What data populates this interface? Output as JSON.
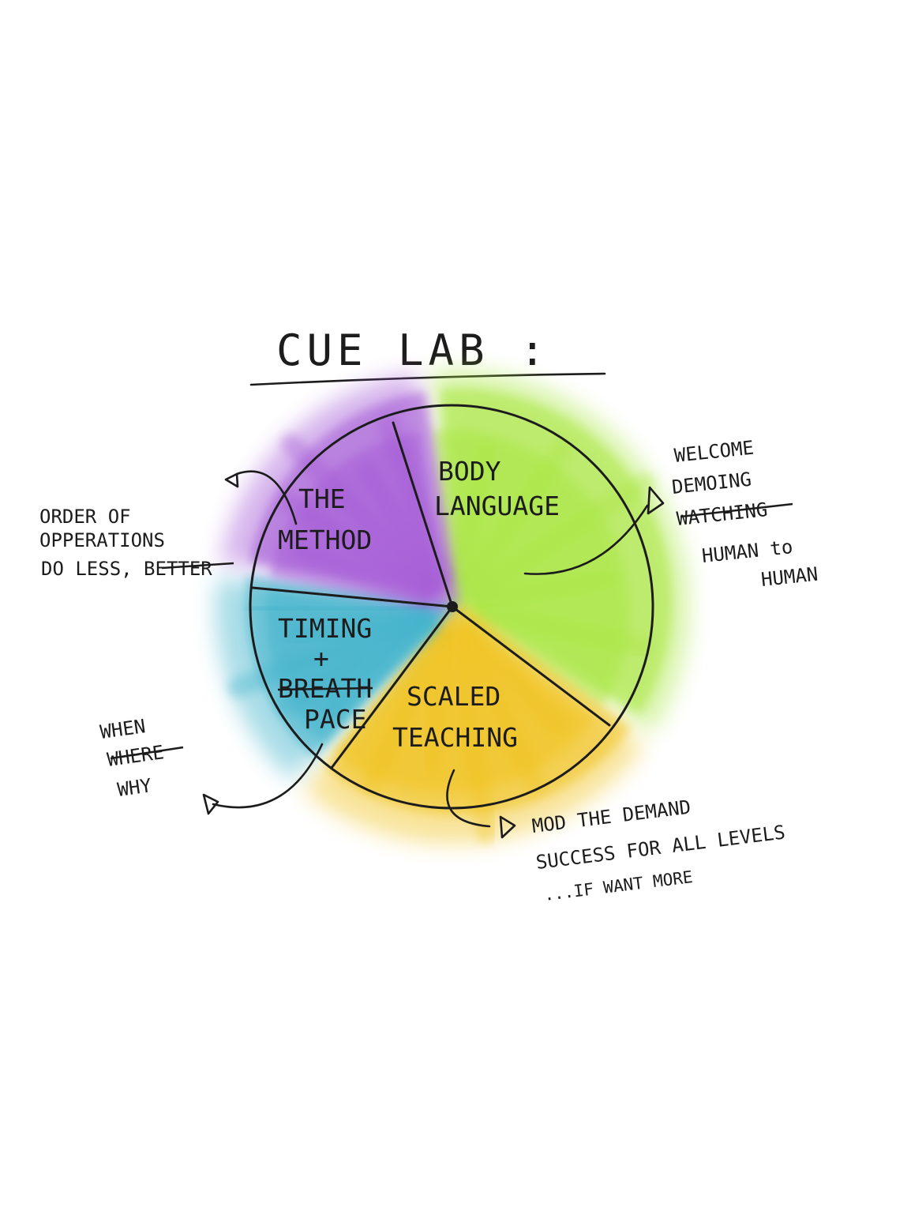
{
  "title": "CUE LAB :",
  "segments": [
    {
      "id": "body_language",
      "lines": [
        "BODY",
        "LANGUAGE"
      ],
      "color": "#a8e63f"
    },
    {
      "id": "scaled_teaching",
      "lines": [
        "SCALED",
        "TEACHING"
      ],
      "color": "#f0c21a"
    },
    {
      "id": "timing",
      "lines": [
        "TIMING",
        "+",
        "BREATH",
        "PACE"
      ],
      "color": "#3fb2cb",
      "struck": "BREATH"
    },
    {
      "id": "the_method",
      "lines": [
        "THE",
        "METHOD"
      ],
      "color": "#a45ad6"
    }
  ],
  "notes": {
    "body_language": [
      "WELCOME",
      "DEMOING",
      "WATCHING",
      "HUMAN to",
      "HUMAN"
    ],
    "scaled_teaching": [
      "MOD THE DEMAND",
      "SUCCESS FOR ALL LEVELS",
      "...IF WANT MORE"
    ],
    "timing": [
      "WHEN",
      "WHERE",
      "WHY"
    ],
    "the_method": [
      "ORDER OF",
      "OPPERATIONS",
      "DO LESS, BETTER"
    ]
  },
  "struck_words": {
    "the_method": "BETTER"
  }
}
